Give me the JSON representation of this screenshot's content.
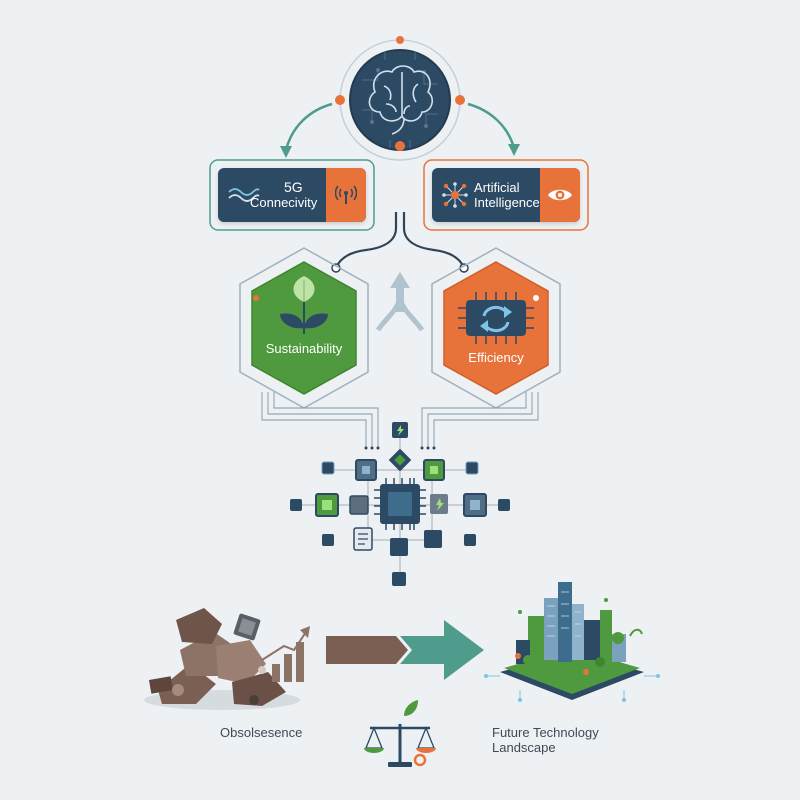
{
  "cards": {
    "connectivity": {
      "line1": "5G",
      "line2": "Connecivity"
    },
    "ai": {
      "line1": "Artificial",
      "line2": "Intelligence"
    }
  },
  "hexes": {
    "sustainability": "Sustainability",
    "efficiency": "Efficiency"
  },
  "bottom": {
    "left_label": "Obsolsesence",
    "right_label_line1": "Future Technology",
    "right_label_line2": "Landscape"
  },
  "colors": {
    "navy": "#2c4a64",
    "orange": "#e8733a",
    "green": "#4f9a3e",
    "teal": "#4f9c8c",
    "brown": "#7b5f52",
    "line": "#2f4456",
    "bg": "#eef1f4"
  }
}
